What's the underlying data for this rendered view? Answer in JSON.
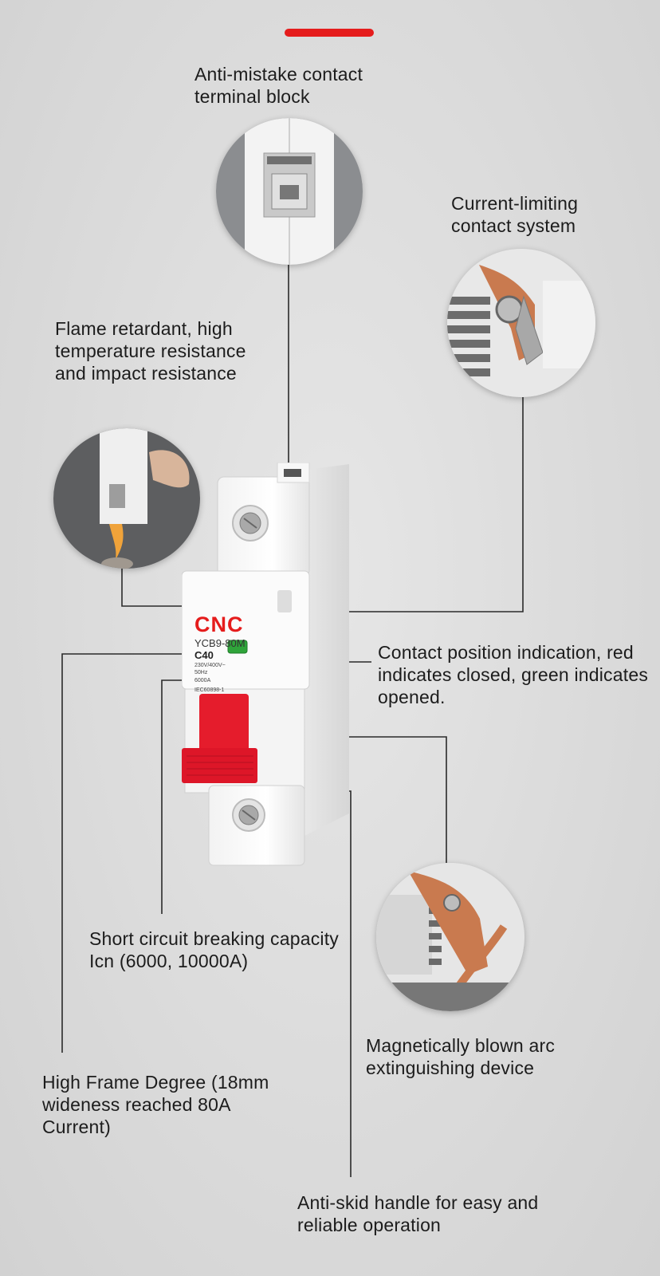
{
  "colors": {
    "accent": "#e51c1c",
    "leader": "#2a2a2a",
    "indicator": "#2fa43a"
  },
  "labels": {
    "terminal": "Anti-mistake contact terminal block",
    "current": "Current-limiting contact system",
    "flame": "Flame retardant, high temperature resistance and impact resistance",
    "position": "Contact position indication, red indicates closed, green indicates opened.",
    "short": "Short circuit breaking capacity Icn (6000, 10000A)",
    "magnet": "Magnetically blown arc extinguishing device",
    "frame": "High Frame Degree (18mm wideness reached 80A Current)",
    "handle": "Anti-skid handle for easy and reliable operation"
  },
  "product": {
    "brand": "CNC",
    "model": "YCB9-80M",
    "rating": "C40",
    "spec_voltage": "230V/400V~",
    "spec_freq": "50Hz",
    "spec_capacity": "6000A",
    "standard": "IEC60898-1"
  }
}
